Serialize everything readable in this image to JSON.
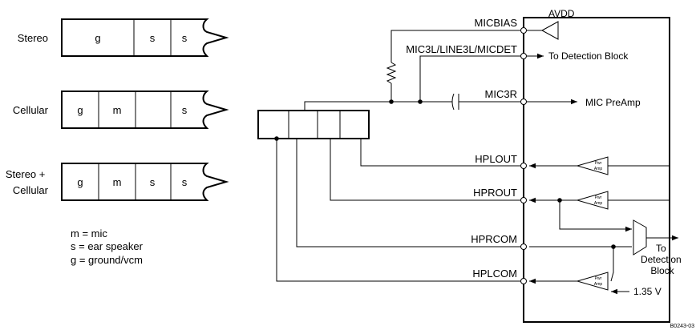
{
  "plugs": [
    {
      "name": "Stereo",
      "segments": [
        "g",
        "",
        "s",
        "s"
      ]
    },
    {
      "name": "Cellular",
      "segments": [
        "g",
        "m",
        "",
        "s"
      ]
    },
    {
      "name": "Stereo +\nCellular",
      "segments": [
        "g",
        "m",
        "s",
        "s"
      ]
    }
  ],
  "legend": [
    "m = mic",
    "s = ear speaker",
    "g = ground/vcm"
  ],
  "pins": {
    "micbias": "MICBIAS",
    "mic3l": "MIC3L/LINE3L/MICDET",
    "mic3r": "MIC3R",
    "hplout": "HPLOUT",
    "hprout": "HPROUT",
    "hprcom": "HPRCOM",
    "hplcom": "HPLCOM"
  },
  "labels": {
    "avdd": "AVDD",
    "to_detection": "To Detection Block",
    "mic_preamp": "MIC PreAmp",
    "to_detection2": [
      "To",
      "Detection",
      "Block"
    ],
    "voltage": "1.35 V",
    "amp": [
      "Pwr",
      "Amp"
    ]
  },
  "figure_id": "B0243-03"
}
